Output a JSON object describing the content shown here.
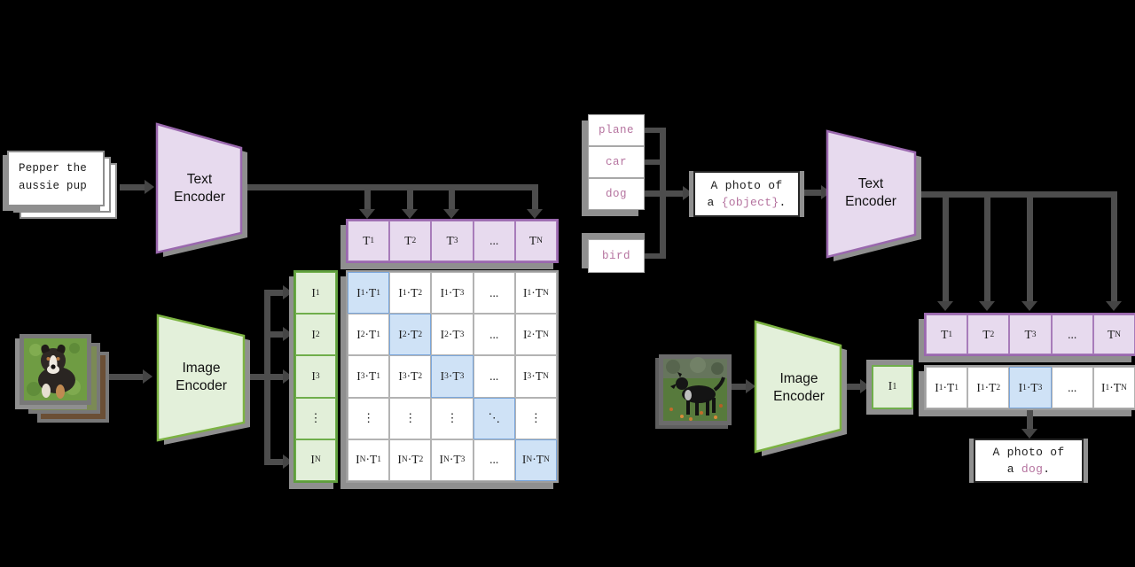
{
  "left": {
    "input_text": {
      "line1": "Pepper the",
      "line2": "aussie pup"
    },
    "text_encoder_label": "Text Encoder",
    "image_encoder_label": "Image Encoder",
    "matrix": {
      "col_headers": [
        "T_1",
        "T_2",
        "T_3",
        "...",
        "T_N"
      ],
      "row_headers": [
        "I_1",
        "I_2",
        "I_3",
        "⋮",
        "I_N"
      ],
      "cells": [
        [
          "I_1·T_1",
          "I_1·T_2",
          "I_1·T_3",
          "...",
          "I_1·T_N"
        ],
        [
          "I_2·T_1",
          "I_2·T_2",
          "I_2·T_3",
          "...",
          "I_2·T_N"
        ],
        [
          "I_3·T_1",
          "I_3·T_2",
          "I_3·T_3",
          "...",
          "I_3·T_N"
        ],
        [
          "⋮",
          "⋮",
          "⋮",
          "⋱",
          "⋮"
        ],
        [
          "I_N·T_1",
          "I_N·T_2",
          "I_N·T_3",
          "...",
          "I_N·T_N"
        ]
      ],
      "diagonal_highlighted": true
    }
  },
  "right": {
    "class_labels": [
      "plane",
      "car",
      "dog",
      "bird"
    ],
    "prompt": {
      "line1": "A photo of",
      "line2_a": "a ",
      "line2_object": "{object}",
      "line2_end": "."
    },
    "text_encoder_label": "Text Encoder",
    "image_encoder_label": "Image Encoder",
    "image_embedding": "I_1",
    "row": {
      "col_headers": [
        "T_1",
        "T_2",
        "T_3",
        "...",
        "T_N"
      ],
      "cells": [
        "I_1·T_1",
        "I_1·T_2",
        "I_1·T_3",
        "...",
        "I_1·T_N"
      ],
      "highlight_index": 2
    },
    "result": {
      "line1": "A photo of",
      "line2_a": "a ",
      "line2_object": "dog",
      "line2_end": "."
    }
  },
  "colors": {
    "background": "#000000",
    "purple_fill": "#e7daee",
    "purple_border": "#9a68ae",
    "green_fill": "#e2efd9",
    "green_border": "#6fae4b",
    "blue_fill": "#cfe2f6",
    "blue_border": "#7ba7dc",
    "line_gray": "#4d4d4d",
    "shadow_gray": "#8f8f8f",
    "label_pink": "#b5739f"
  }
}
